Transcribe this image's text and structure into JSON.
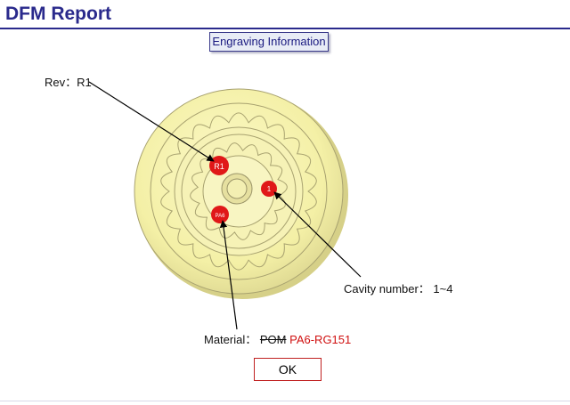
{
  "header": {
    "title": "DFM Report"
  },
  "section": {
    "heading": "Engraving Information"
  },
  "callouts": {
    "rev": "Rev：R1",
    "cavity": "Cavity number： 1~4",
    "material_label": "Material：",
    "material_old": "POM",
    "material_new": "PA6-RG151"
  },
  "markers": {
    "rev": "R1",
    "cavity": "1",
    "material": "PA6"
  },
  "actions": {
    "ok_label": "OK"
  },
  "colors": {
    "title": "#2a2a8c",
    "part_fill": "#f4f0a6",
    "marker": "#e01818",
    "material_new": "#d01010"
  }
}
